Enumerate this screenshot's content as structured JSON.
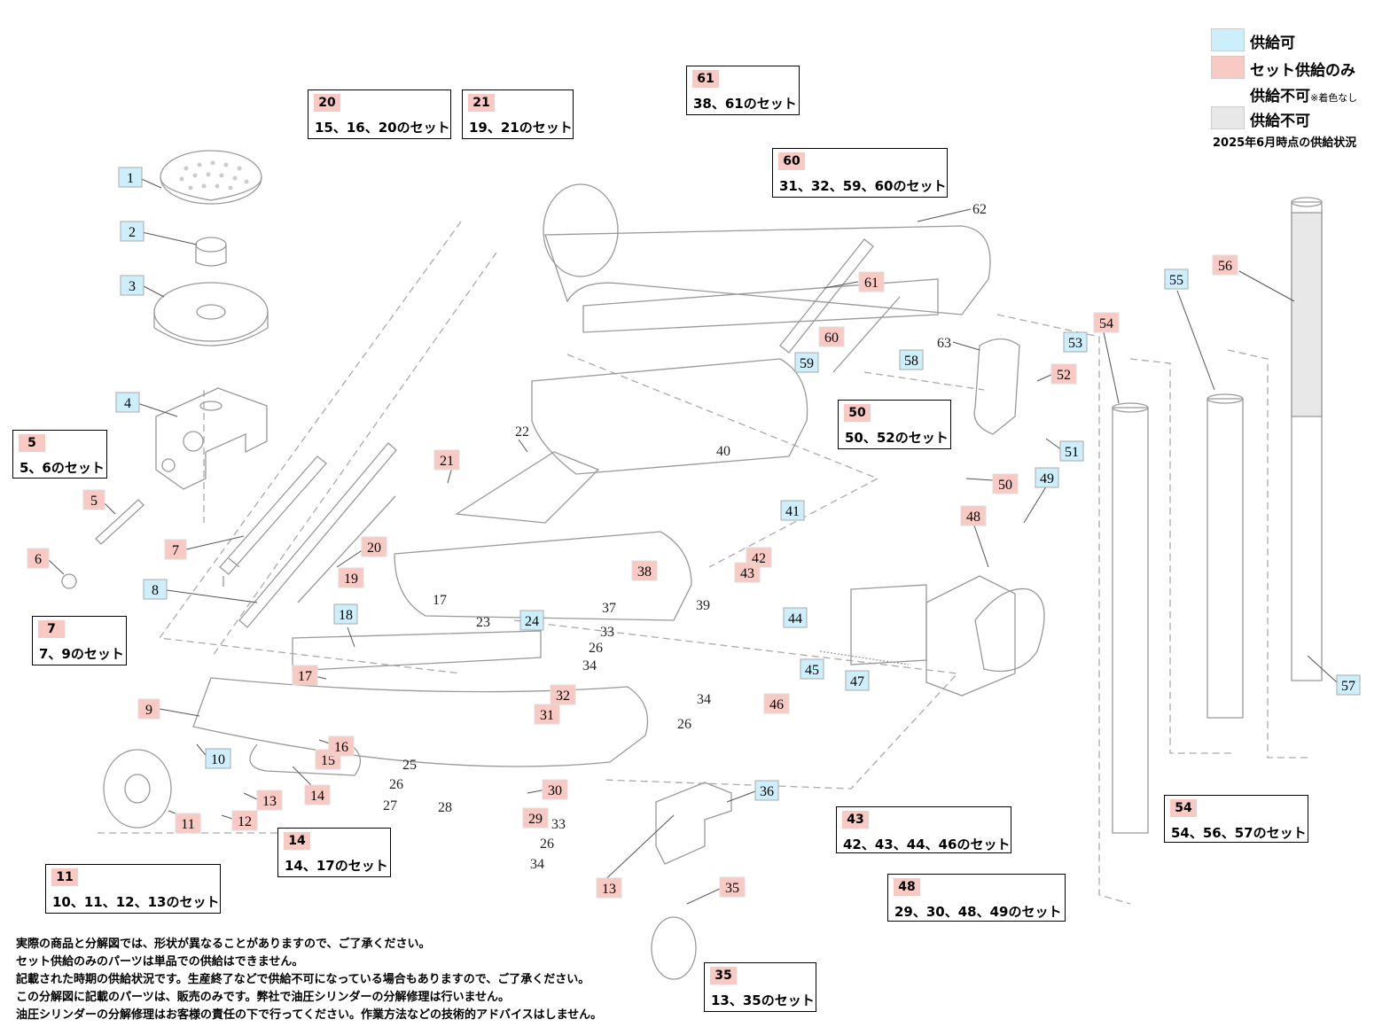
{
  "legend": {
    "items": [
      {
        "label": "供給可",
        "color": "#cdeefb"
      },
      {
        "label": "セット供給のみ",
        "color": "#f9c9c3"
      },
      {
        "label": "供給不可",
        "note": "※着色なし",
        "color": "#ffffff"
      },
      {
        "label": "供給不可",
        "color": "#e8e8e8"
      }
    ],
    "date": "2025年6月時点の供給状況"
  },
  "sets": [
    {
      "num": "20",
      "text": "15、16、20のセット"
    },
    {
      "num": "21",
      "text": "19、21のセット"
    },
    {
      "num": "61",
      "text": "38、61のセット"
    },
    {
      "num": "60",
      "text": "31、32、59、60のセット"
    },
    {
      "num": "5",
      "text": "5、6のセット"
    },
    {
      "num": "50",
      "text": "50、52のセット"
    },
    {
      "num": "7",
      "text": "7、9のセット"
    },
    {
      "num": "43",
      "text": "42、43、44、46のセット"
    },
    {
      "num": "54",
      "text": "54、56、57のセット"
    },
    {
      "num": "14",
      "text": "14、17のセット"
    },
    {
      "num": "48",
      "text": "29、30、48、49のセット"
    },
    {
      "num": "11",
      "text": "10、11、12、13のセット"
    },
    {
      "num": "35",
      "text": "13、35のセット"
    }
  ],
  "part_labels": {
    "blue": [
      "1",
      "2",
      "3",
      "4",
      "8",
      "10",
      "18",
      "24",
      "36",
      "41",
      "44",
      "45",
      "47",
      "51",
      "53",
      "55",
      "57",
      "58",
      "59",
      "49"
    ],
    "pink": [
      "5",
      "6",
      "7",
      "9",
      "11",
      "12",
      "13",
      "13",
      "14",
      "15",
      "16",
      "17",
      "19",
      "20",
      "21",
      "29",
      "30",
      "31",
      "32",
      "35",
      "38",
      "42",
      "43",
      "46",
      "48",
      "50",
      "52",
      "54",
      "56",
      "60",
      "61"
    ],
    "plain": [
      "17",
      "22",
      "23",
      "25",
      "26",
      "26",
      "26",
      "27",
      "28",
      "33",
      "33",
      "34",
      "34",
      "34",
      "37",
      "39",
      "40",
      "62",
      "63"
    ]
  },
  "notes": [
    "実際の商品と分解図では、形状が異なることがありますので、ご了承ください。",
    "セット供給のみのパーツは単品での供給はできません。",
    "記載された時期の供給状況です。生産終了などで供給不可になっている場合もありますので、ご了承ください。",
    "この分解図に記載のパーツは、販売のみです。弊社で油圧シリンダーの分解修理は行いません。",
    "油圧シリンダーの分解修理はお客様の責任の下で行ってください。作業方法などの技術的アドバイスはしません。"
  ]
}
